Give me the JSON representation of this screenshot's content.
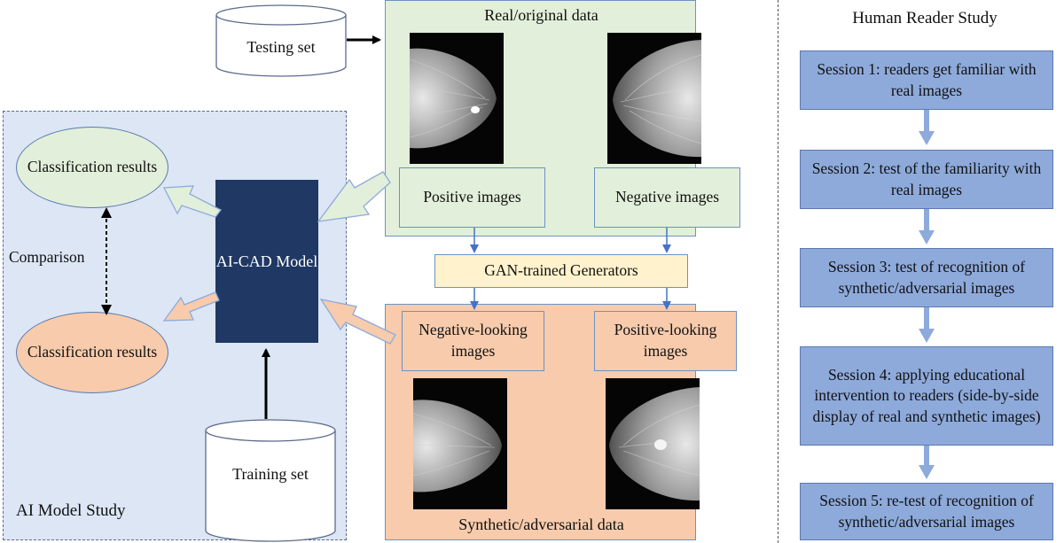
{
  "ai_model_study": {
    "title": "AI Model Study",
    "classification_top": "Classification results",
    "classification_bottom": "Classification results",
    "comparison": "Comparison",
    "model": "AI-CAD Model"
  },
  "datasets": {
    "testing_set": "Testing set",
    "training_set": "Training set"
  },
  "real_data": {
    "title": "Real/original data",
    "positive": "Positive images",
    "negative": "Negative images"
  },
  "generators": "GAN-trained Generators",
  "synthetic_data": {
    "title": "Synthetic/adversarial data",
    "negative_looking": "Negative-looking images",
    "positive_looking": "Positive-looking images"
  },
  "human_reader_study": {
    "title": "Human Reader Study",
    "sessions": [
      "Session 1: readers get familiar with real images",
      "Session 2: test of the familiarity with real images",
      "Session 3: test of recognition of synthetic/adversarial images",
      "Session 4: applying educational intervention to readers (side-by-side display of real and synthetic images)",
      "Session 5: re-test of recognition of synthetic/adversarial images"
    ]
  },
  "colors": {
    "ai_panel": "#dce6f5",
    "real_panel": "#e2efda",
    "synthetic_panel": "#f7cbac",
    "generator": "#fff2cc",
    "model": "#1f3864",
    "session": "#8eaadb",
    "border": "#6d93c2"
  }
}
